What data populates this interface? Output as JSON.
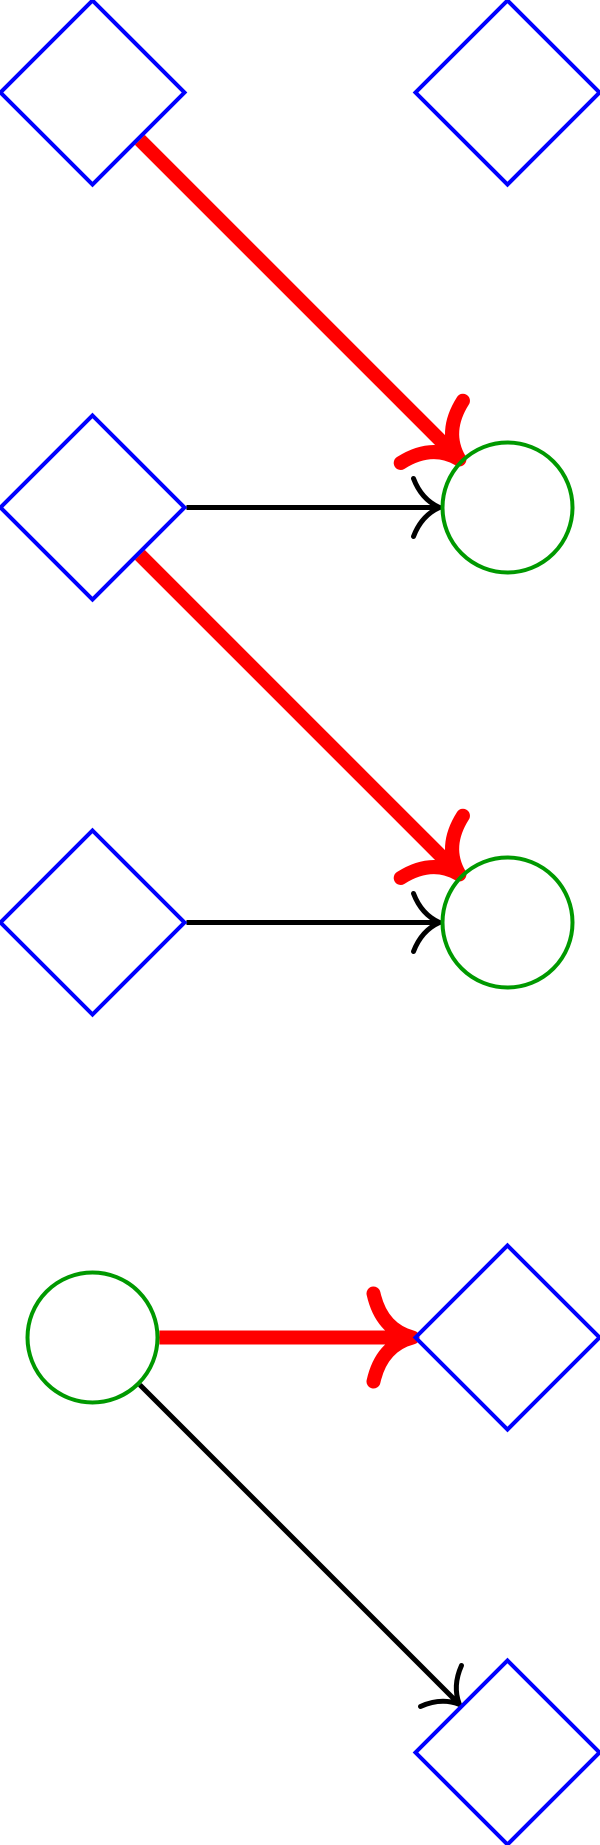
{
  "colors": {
    "diamond": "#0000ff",
    "circle": "#009900",
    "edge_heavy": "#ff0000",
    "edge_light": "#000000",
    "background": "#ffffff"
  },
  "nodes": [
    {
      "id": "d1",
      "shape": "diamond",
      "row": 0,
      "col": 0
    },
    {
      "id": "d2",
      "shape": "diamond",
      "row": 0,
      "col": 1
    },
    {
      "id": "d3",
      "shape": "diamond",
      "row": 1,
      "col": 0
    },
    {
      "id": "c1",
      "shape": "circle",
      "row": 1,
      "col": 1
    },
    {
      "id": "d4",
      "shape": "diamond",
      "row": 2,
      "col": 0
    },
    {
      "id": "c2",
      "shape": "circle",
      "row": 2,
      "col": 1
    },
    {
      "id": "c3",
      "shape": "circle",
      "row": 3,
      "col": 0
    },
    {
      "id": "d5",
      "shape": "diamond",
      "row": 3,
      "col": 1
    },
    {
      "id": "d6",
      "shape": "diamond",
      "row": 4,
      "col": 1
    }
  ],
  "edges": [
    {
      "from": "d1",
      "to": "c1",
      "style": "heavy"
    },
    {
      "from": "d3",
      "to": "c1",
      "style": "light"
    },
    {
      "from": "d3",
      "to": "c2",
      "style": "heavy"
    },
    {
      "from": "d4",
      "to": "c2",
      "style": "light"
    },
    {
      "from": "c3",
      "to": "d5",
      "style": "heavy"
    },
    {
      "from": "c3",
      "to": "d6",
      "style": "light"
    }
  ]
}
